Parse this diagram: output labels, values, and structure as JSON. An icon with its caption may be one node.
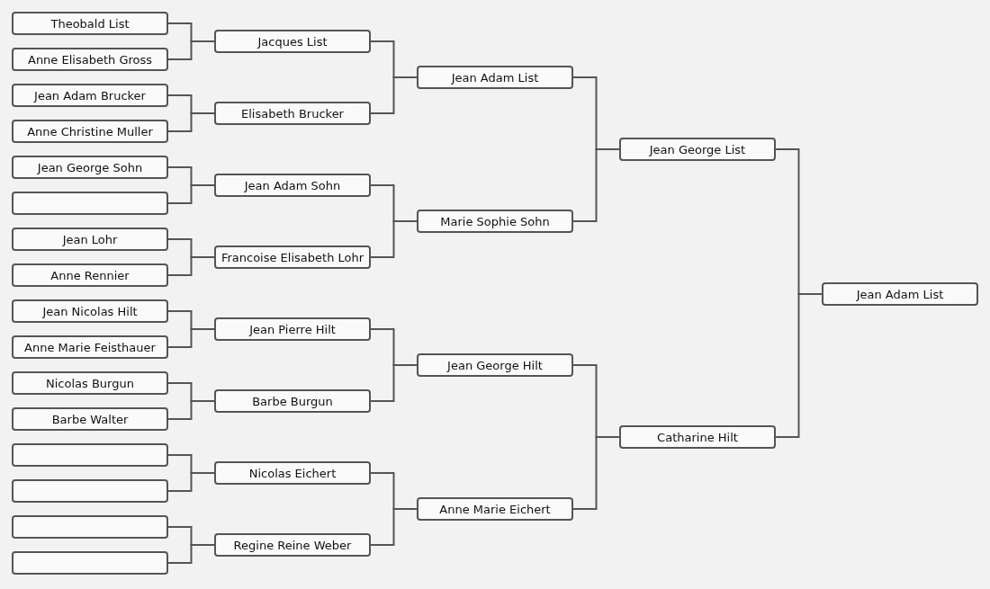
{
  "diagram": {
    "nodes": [
      {
        "text": [
          "Theobald List"
        ]
      },
      {
        "text": [
          "Anne Elisabeth Gross"
        ]
      },
      {
        "text": [
          "Jean Adam Brucker"
        ]
      },
      {
        "text": [
          "Anne Christine Muller"
        ]
      },
      {
        "text": [
          "Jean George Sohn"
        ]
      },
      {
        "text": [],
        "shape": "box"
      },
      {
        "text": [
          "Jean Lohr"
        ]
      },
      {
        "text": [
          "Anne Rennier"
        ]
      },
      {
        "text": [
          "Jean Nicolas Hilt"
        ]
      },
      {
        "text": [
          "Anne Marie Feisthauer"
        ]
      },
      {
        "text": [
          "Nicolas Burgun"
        ]
      },
      {
        "text": [
          "Barbe Walter"
        ]
      },
      {
        "text": [],
        "shape": "box"
      },
      {
        "text": [],
        "shape": "box"
      },
      {
        "text": [],
        "shape": "box"
      },
      {
        "text": [],
        "shape": "box"
      },
      {
        "text": [
          "Jacques List"
        ]
      },
      {
        "text": [
          "Elisabeth Brucker"
        ]
      },
      {
        "text": [
          "Jean Adam Sohn"
        ]
      },
      {
        "text": [
          "Francoise Elisabeth Lohr"
        ]
      },
      {
        "text": [
          "Jean Pierre Hilt"
        ]
      },
      {
        "text": [
          "Barbe Burgun"
        ]
      },
      {
        "text": [
          "Nicolas Eichert"
        ]
      },
      {
        "text": [
          "Regine Reine Weber"
        ]
      },
      {
        "text": [
          "Jean Adam List"
        ]
      },
      {
        "text": [
          "Marie Sophie Sohn"
        ]
      },
      {
        "text": [
          "Jean George Hilt"
        ]
      },
      {
        "text": [
          "Anne Marie Eichert"
        ]
      },
      {
        "text": [
          "Jean George List"
        ]
      },
      {
        "text": [
          "Catharine Hilt"
        ]
      },
      {
        "text": [
          "Jean Adam List"
        ]
      }
    ],
    "edges": [
      {
        "from": 0,
        "to": 16,
        "arrow": "none"
      },
      {
        "from": 1,
        "to": 16,
        "arrow": "none"
      },
      {
        "from": 2,
        "to": 17,
        "arrow": "none"
      },
      {
        "from": 3,
        "to": 17,
        "arrow": "none"
      },
      {
        "from": 4,
        "to": 18,
        "arrow": "none"
      },
      {
        "from": 5,
        "to": 18,
        "arrow": "none"
      },
      {
        "from": 6,
        "to": 19,
        "arrow": "none"
      },
      {
        "from": 7,
        "to": 19,
        "arrow": "none"
      },
      {
        "from": 8,
        "to": 20,
        "arrow": "none"
      },
      {
        "from": 9,
        "to": 20,
        "arrow": "none"
      },
      {
        "from": 10,
        "to": 21,
        "arrow": "none"
      },
      {
        "from": 11,
        "to": 21,
        "arrow": "none"
      },
      {
        "from": 12,
        "to": 22,
        "arrow": "none"
      },
      {
        "from": 13,
        "to": 22,
        "arrow": "none"
      },
      {
        "from": 14,
        "to": 23,
        "arrow": "none"
      },
      {
        "from": 15,
        "to": 23,
        "arrow": "none"
      },
      {
        "from": 16,
        "to": 24,
        "arrow": "none"
      },
      {
        "from": 17,
        "to": 24,
        "arrow": "none"
      },
      {
        "from": 18,
        "to": 25,
        "arrow": "none"
      },
      {
        "from": 19,
        "to": 25,
        "arrow": "none"
      },
      {
        "from": 20,
        "to": 26,
        "arrow": "none"
      },
      {
        "from": 21,
        "to": 26,
        "arrow": "none"
      },
      {
        "from": 22,
        "to": 27,
        "arrow": "none"
      },
      {
        "from": 23,
        "to": 27,
        "arrow": "none"
      },
      {
        "from": 24,
        "to": 28,
        "arrow": "none"
      },
      {
        "from": 25,
        "to": 28,
        "arrow": "none"
      },
      {
        "from": 26,
        "to": 29,
        "arrow": "none"
      },
      {
        "from": 27,
        "to": 29,
        "arrow": "none"
      },
      {
        "from": 28,
        "to": 30,
        "arrow": "none"
      },
      {
        "from": 29,
        "to": 30,
        "arrow": "none"
      }
    ]
  }
}
